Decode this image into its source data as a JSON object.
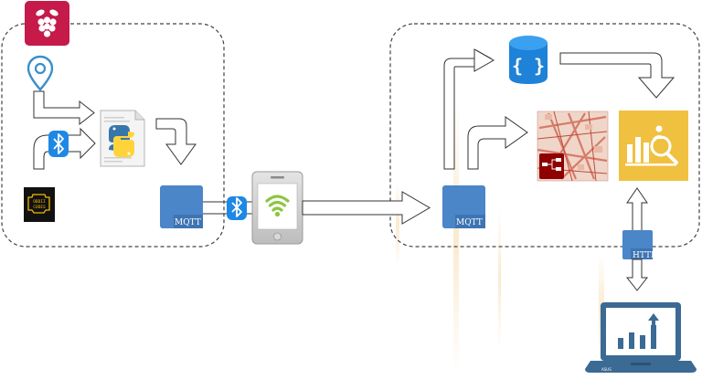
{
  "colors": {
    "raspberry": "#c51a4a",
    "azure": "#0078d7",
    "broker_blue": "#4a86c8",
    "bluetooth": "#1e88e5",
    "wifi": "#8cc63f",
    "analytics_yellow": "#f0c040",
    "laptop_blue": "#3b6a94",
    "arrow_stroke": "#333333",
    "container_stroke": "#444444"
  },
  "left_group": {
    "device_icon": "raspberry-pi-icon",
    "inputs": [
      "location-pin-icon",
      "bluetooth-icon",
      "obd-codes-icon"
    ],
    "script_icon": "python-file-icon",
    "broker_label": "MQTT"
  },
  "obd": {
    "line1": "OBDII",
    "line2": "CODES"
  },
  "phone": {
    "icon": "smartphone-wifi-icon",
    "link_icon": "bluetooth-icon"
  },
  "right_group": {
    "broker_label": "MQTT",
    "store_icon": "json-database-icon",
    "flow_icon": "node-red-map-icon",
    "analytics_icon": "analytics-dashboard-icon",
    "api_label": "HTTP"
  },
  "client": {
    "icon": "laptop-chart-icon",
    "screen_brand": "ASUS"
  }
}
